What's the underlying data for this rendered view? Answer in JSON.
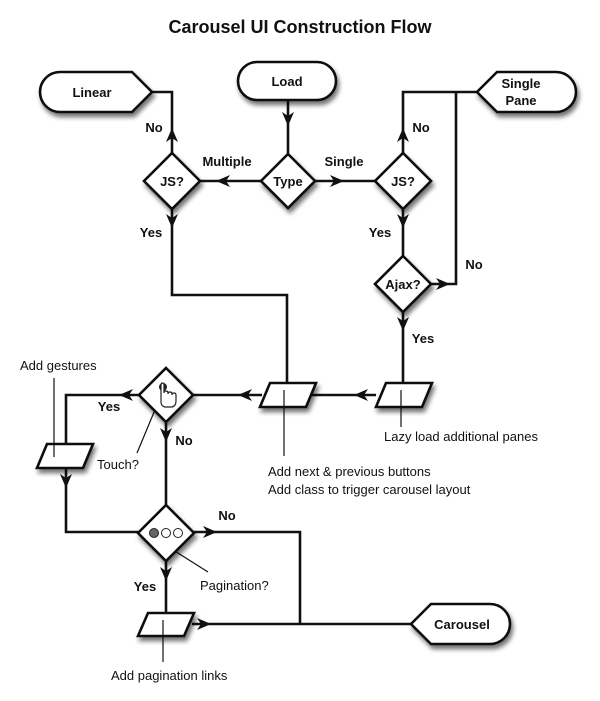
{
  "title": "Carousel UI Construction Flow",
  "nodes": {
    "load": "Load",
    "linear": "Linear",
    "single_pane": [
      "Single",
      "Pane"
    ],
    "carousel": "Carousel",
    "type": "Type",
    "js_left": "JS?",
    "js_right": "JS?",
    "ajax": "Ajax?",
    "touch_icon": "hand-pointer-icon",
    "pagination_icon": "pagination-dots-icon"
  },
  "edge_labels": {
    "multiple": "Multiple",
    "single": "Single",
    "left_no": "No",
    "left_yes": "Yes",
    "right_no": "No",
    "right_yes": "Yes",
    "ajax_no": "No",
    "ajax_yes": "Yes",
    "touch_yes": "Yes",
    "touch_no": "No",
    "pagination_no": "No",
    "pagination_yes": "Yes"
  },
  "annotations": {
    "lazy_load": "Lazy load additional panes",
    "buttons_line1": "Add next & previous buttons",
    "buttons_line2": "Add class to trigger carousel layout",
    "gestures": "Add gestures",
    "touch": "Touch?",
    "pagination": "Pagination?",
    "pagination_links": "Add pagination links"
  }
}
